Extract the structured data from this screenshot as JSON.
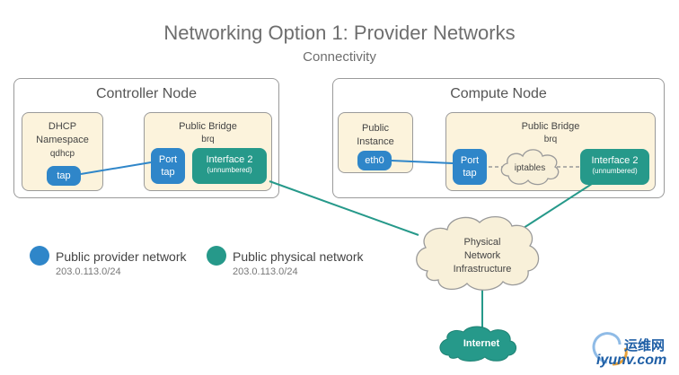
{
  "title": "Networking Option 1: Provider Networks",
  "subtitle": "Connectivity",
  "controller_node": {
    "title": "Controller Node",
    "dhcp": {
      "label_line1": "DHCP",
      "label_line2": "Namespace",
      "label_line3": "qdhcp",
      "tap": "tap"
    },
    "bridge": {
      "label_line1": "Public Bridge",
      "label_line2": "brq",
      "port_line1": "Port",
      "port_line2": "tap",
      "iface_line1": "Interface 2",
      "iface_line2": "(unnumbered)"
    }
  },
  "compute_node": {
    "title": "Compute Node",
    "instance": {
      "label_line1": "Public",
      "label_line2": "Instance",
      "eth": "eth0"
    },
    "bridge": {
      "label_line1": "Public Bridge",
      "label_line2": "brq",
      "port_line1": "Port",
      "port_line2": "tap",
      "iptables": "iptables",
      "iface_line1": "Interface 2",
      "iface_line2": "(unnumbered)"
    }
  },
  "physical": {
    "line1": "Physical",
    "line2": "Network",
    "line3": "Infrastructure"
  },
  "internet": "Internet",
  "legend": [
    {
      "label": "Public provider network",
      "subnet": "203.0.113.0/24",
      "color": "#2f86c9"
    },
    {
      "label": "Public physical network",
      "subnet": "203.0.113.0/24",
      "color": "#26998a"
    }
  ],
  "watermark": {
    "cn": "运维网",
    "url": "iyunv.com"
  },
  "colors": {
    "blue": "#2f86c9",
    "teal": "#26998a",
    "cloud": "#f8f0d9",
    "border": "#9a9a9a"
  }
}
